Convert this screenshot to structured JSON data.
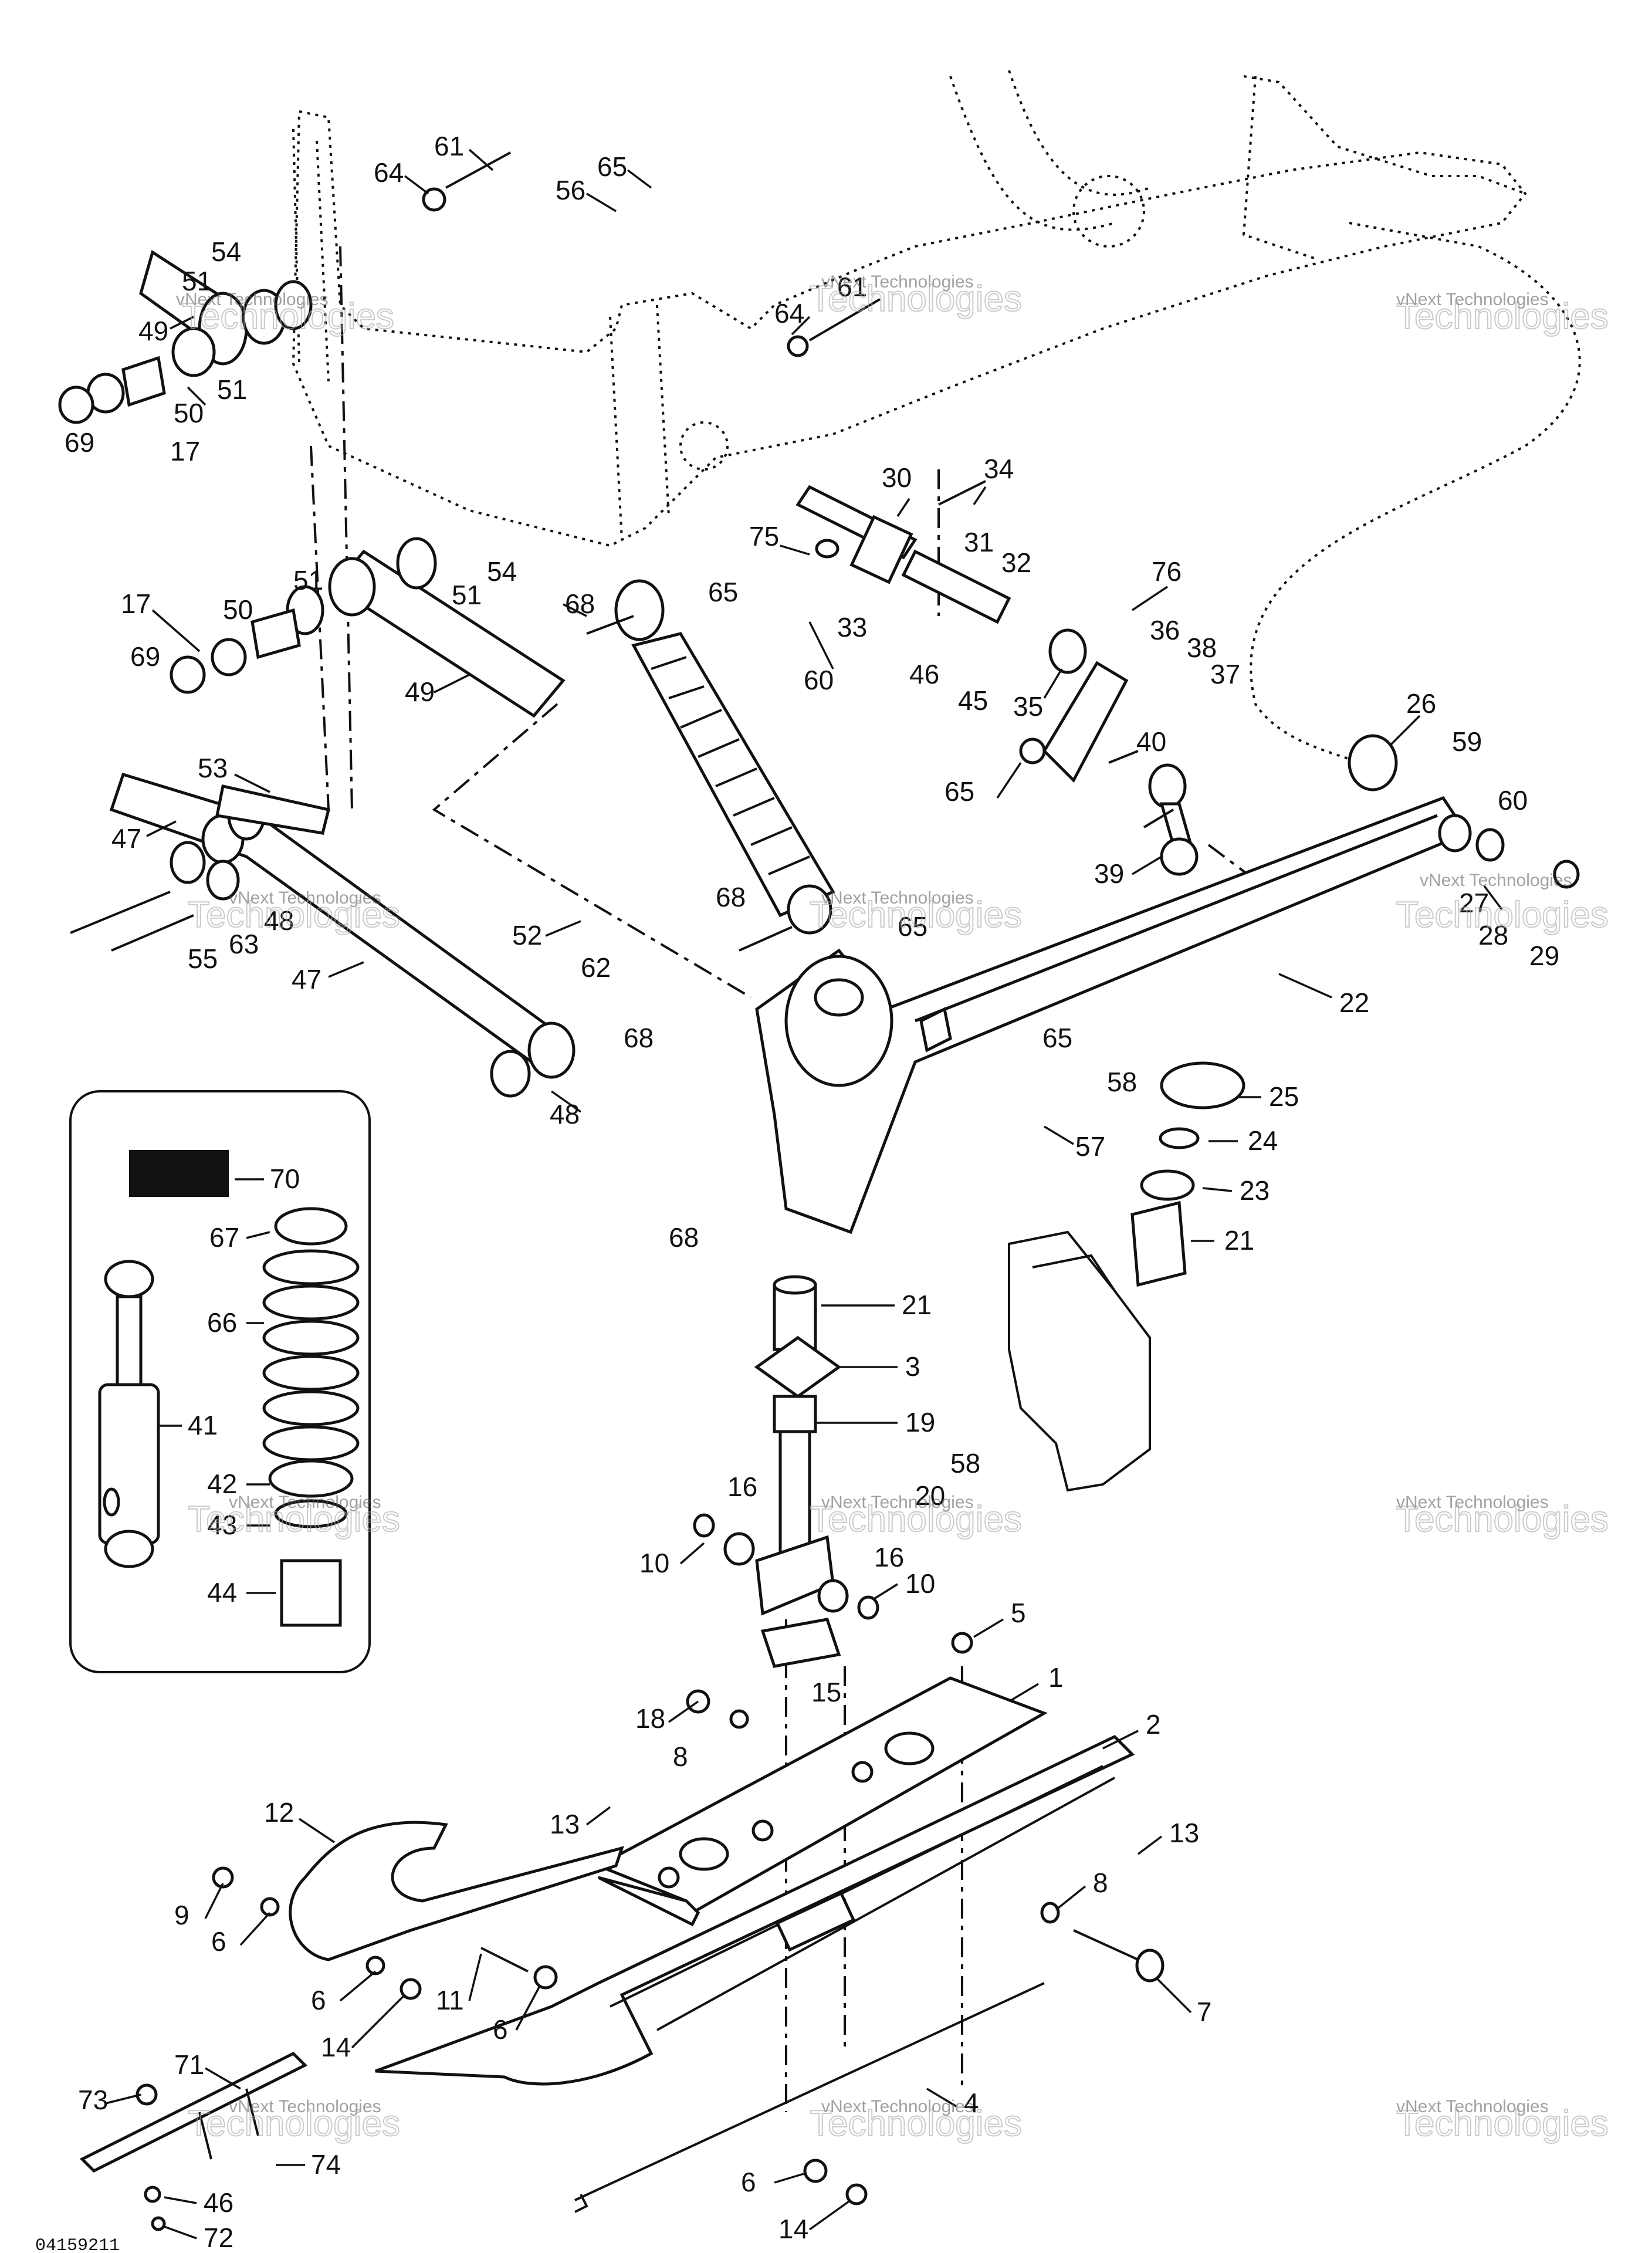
{
  "callouts": [
    {
      "id": "c61a",
      "text": "61"
    },
    {
      "id": "c64a",
      "text": "64"
    },
    {
      "id": "c65a",
      "text": "65"
    },
    {
      "id": "c56",
      "text": "56"
    },
    {
      "id": "c54a",
      "text": "54"
    },
    {
      "id": "c51a",
      "text": "51"
    },
    {
      "id": "c49a",
      "text": "49"
    },
    {
      "id": "c51b",
      "text": "51"
    },
    {
      "id": "c50a",
      "text": "50"
    },
    {
      "id": "c69a",
      "text": "69"
    },
    {
      "id": "c17a",
      "text": "17"
    },
    {
      "id": "c64b",
      "text": "64"
    },
    {
      "id": "c61b",
      "text": "61"
    },
    {
      "id": "c30",
      "text": "30"
    },
    {
      "id": "c34",
      "text": "34"
    },
    {
      "id": "c75",
      "text": "75"
    },
    {
      "id": "c31",
      "text": "31"
    },
    {
      "id": "c32",
      "text": "32"
    },
    {
      "id": "c51c",
      "text": "51"
    },
    {
      "id": "c54b",
      "text": "54"
    },
    {
      "id": "c51d",
      "text": "51"
    },
    {
      "id": "c50b",
      "text": "50"
    },
    {
      "id": "c17b",
      "text": "17"
    },
    {
      "id": "c69b",
      "text": "69"
    },
    {
      "id": "c49b",
      "text": "49"
    },
    {
      "id": "c68a",
      "text": "68"
    },
    {
      "id": "c65b",
      "text": "65"
    },
    {
      "id": "c33",
      "text": "33"
    },
    {
      "id": "c60a",
      "text": "60"
    },
    {
      "id": "c46a",
      "text": "46"
    },
    {
      "id": "c45",
      "text": "45"
    },
    {
      "id": "c76",
      "text": "76"
    },
    {
      "id": "c36",
      "text": "36"
    },
    {
      "id": "c38",
      "text": "38"
    },
    {
      "id": "c37",
      "text": "37"
    },
    {
      "id": "c35",
      "text": "35"
    },
    {
      "id": "c26",
      "text": "26"
    },
    {
      "id": "c59",
      "text": "59"
    },
    {
      "id": "c40",
      "text": "40"
    },
    {
      "id": "c65c",
      "text": "65"
    },
    {
      "id": "c53",
      "text": "53"
    },
    {
      "id": "c47a",
      "text": "47"
    },
    {
      "id": "c39",
      "text": "39"
    },
    {
      "id": "c60b",
      "text": "60"
    },
    {
      "id": "c27",
      "text": "27"
    },
    {
      "id": "c28",
      "text": "28"
    },
    {
      "id": "c29",
      "text": "29"
    },
    {
      "id": "c48a",
      "text": "48"
    },
    {
      "id": "c63",
      "text": "63"
    },
    {
      "id": "c55",
      "text": "55"
    },
    {
      "id": "c52",
      "text": "52"
    },
    {
      "id": "c68b",
      "text": "68"
    },
    {
      "id": "c65d",
      "text": "65"
    },
    {
      "id": "c62",
      "text": "62"
    },
    {
      "id": "c47b",
      "text": "47"
    },
    {
      "id": "c22",
      "text": "22"
    },
    {
      "id": "c68c",
      "text": "68"
    },
    {
      "id": "c65e",
      "text": "65"
    },
    {
      "id": "c48b",
      "text": "48"
    },
    {
      "id": "c58a",
      "text": "58"
    },
    {
      "id": "c57",
      "text": "57"
    },
    {
      "id": "c25",
      "text": "25"
    },
    {
      "id": "c24",
      "text": "24"
    },
    {
      "id": "c23",
      "text": "23"
    },
    {
      "id": "c68d",
      "text": "68"
    },
    {
      "id": "c21a",
      "text": "21"
    },
    {
      "id": "c70",
      "text": "70"
    },
    {
      "id": "c67",
      "text": "67"
    },
    {
      "id": "c66",
      "text": "66"
    },
    {
      "id": "c41",
      "text": "41"
    },
    {
      "id": "c42",
      "text": "42"
    },
    {
      "id": "c43",
      "text": "43"
    },
    {
      "id": "c44",
      "text": "44"
    },
    {
      "id": "c21b",
      "text": "21"
    },
    {
      "id": "c3",
      "text": "3"
    },
    {
      "id": "c19",
      "text": "19"
    },
    {
      "id": "c58b",
      "text": "58"
    },
    {
      "id": "c20",
      "text": "20"
    },
    {
      "id": "c16a",
      "text": "16"
    },
    {
      "id": "c10a",
      "text": "10"
    },
    {
      "id": "c16b",
      "text": "16"
    },
    {
      "id": "c10b",
      "text": "10"
    },
    {
      "id": "c5",
      "text": "5"
    },
    {
      "id": "c1",
      "text": "1"
    },
    {
      "id": "c15",
      "text": "15"
    },
    {
      "id": "c18",
      "text": "18"
    },
    {
      "id": "c8a",
      "text": "8"
    },
    {
      "id": "c2",
      "text": "2"
    },
    {
      "id": "c12",
      "text": "12"
    },
    {
      "id": "c13a",
      "text": "13"
    },
    {
      "id": "c13b",
      "text": "13"
    },
    {
      "id": "c9",
      "text": "9"
    },
    {
      "id": "c6a",
      "text": "6"
    },
    {
      "id": "c8b",
      "text": "8"
    },
    {
      "id": "c6b",
      "text": "6"
    },
    {
      "id": "c14a",
      "text": "14"
    },
    {
      "id": "c11",
      "text": "11"
    },
    {
      "id": "c6c",
      "text": "6"
    },
    {
      "id": "c7",
      "text": "7"
    },
    {
      "id": "c71",
      "text": "71"
    },
    {
      "id": "c73",
      "text": "73"
    },
    {
      "id": "c74",
      "text": "74"
    },
    {
      "id": "c4",
      "text": "4"
    },
    {
      "id": "c46b",
      "text": "46"
    },
    {
      "id": "c6d",
      "text": "6"
    },
    {
      "id": "c14b",
      "text": "14"
    },
    {
      "id": "c72",
      "text": "72"
    }
  ],
  "watermark": {
    "small": "vNext Technologies",
    "large": "Technologies"
  },
  "figure_code": "04159211"
}
